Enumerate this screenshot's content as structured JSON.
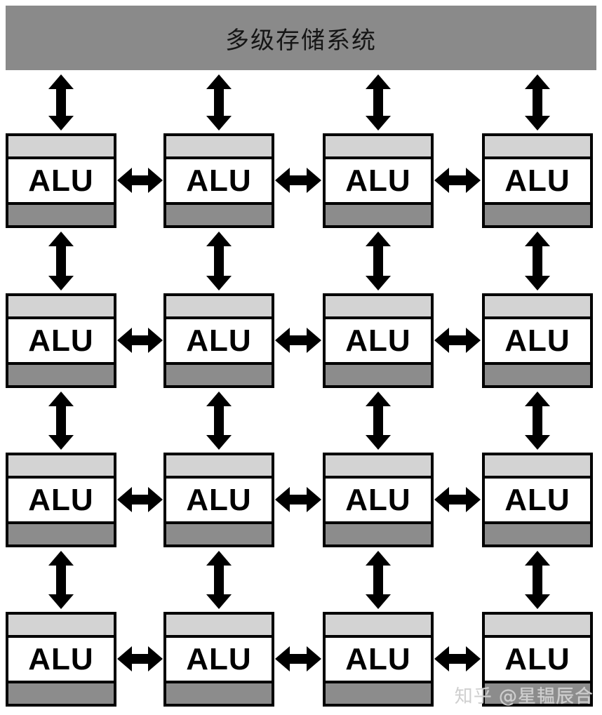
{
  "memory": {
    "label": "多级存储系统"
  },
  "grid": {
    "rows": 4,
    "cols": 4,
    "cell_label": "ALU"
  },
  "watermark": {
    "text": "知乎 @星韫辰合"
  },
  "colors": {
    "memory_bar": "#8a8a8a",
    "cell_top_band": "#d3d3d3",
    "cell_bottom_band": "#8c8c8c",
    "border": "#000000",
    "background": "#ffffff"
  }
}
